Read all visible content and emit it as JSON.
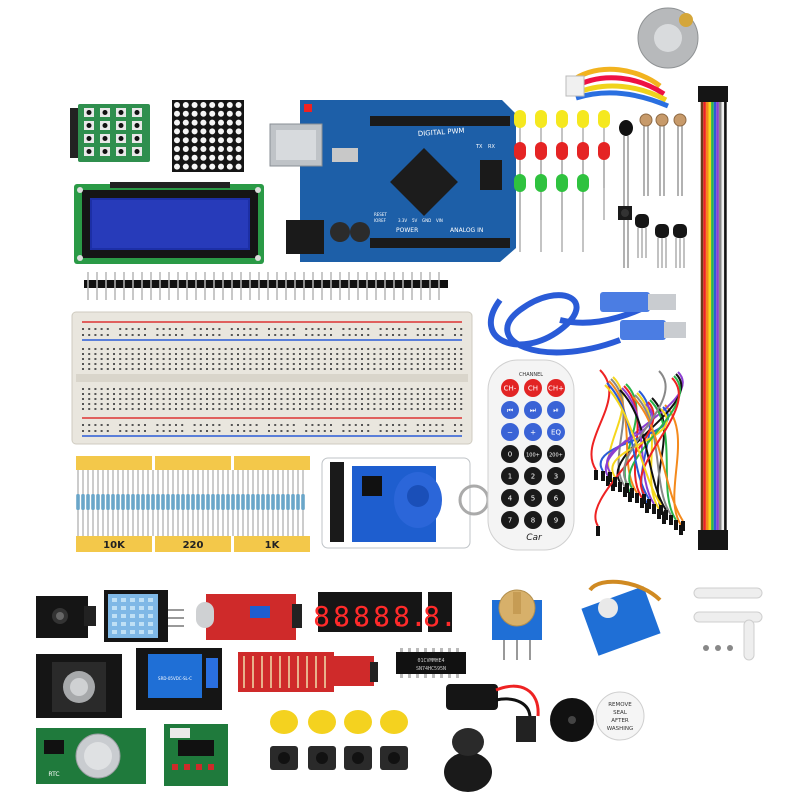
{
  "arduino": {
    "silk": {
      "digital": "DIGITAL PWM",
      "power": "POWER",
      "analog": "ANALOG IN",
      "tx": "TX",
      "rx": "RX",
      "ioref": "IOREF",
      "reset": "RESET",
      "v33": "3.3V",
      "v5": "5V",
      "gnd": "GND",
      "vin": "VIN"
    }
  },
  "resistors": {
    "labels": [
      "10K",
      "220",
      "1K"
    ]
  },
  "remote": {
    "brand": "Car",
    "channel": "CHANNEL",
    "buttons": [
      "CH-",
      "CH",
      "CH+",
      "⏮",
      "⏭",
      "⏯",
      "−",
      "+",
      "EQ",
      "0",
      "100+",
      "200+",
      "1",
      "2",
      "3",
      "4",
      "5",
      "6",
      "7",
      "8",
      "9"
    ]
  },
  "display": {
    "digits": [
      "8.",
      "8.",
      "8.",
      "8.",
      "8.",
      "8."
    ]
  },
  "chip": {
    "line1": "01CVMMHE4",
    "line2": "SN74HC595N"
  },
  "buzzer": {
    "sticker": [
      "REMOVE",
      "SEAL",
      "AFTER",
      "WASHING"
    ]
  },
  "relay": {
    "text": "SRD-05VDC-SL-C"
  },
  "rtc": {
    "text": "RTC"
  },
  "colors": {
    "pcb_blue": "#1d5fa8",
    "pcb_green": "#1f7a3c",
    "pcb_red": "#cf2a2a",
    "breadboard": "#e9e6de",
    "lcd_blue": "#1c2fa6",
    "display_red": "#ff2a2a",
    "tape_yellow": "#f3c84a",
    "button_yellow": "#f4d21f",
    "cable_blue": "#2a5bd7",
    "servo_blue": "#1f6fd6"
  }
}
